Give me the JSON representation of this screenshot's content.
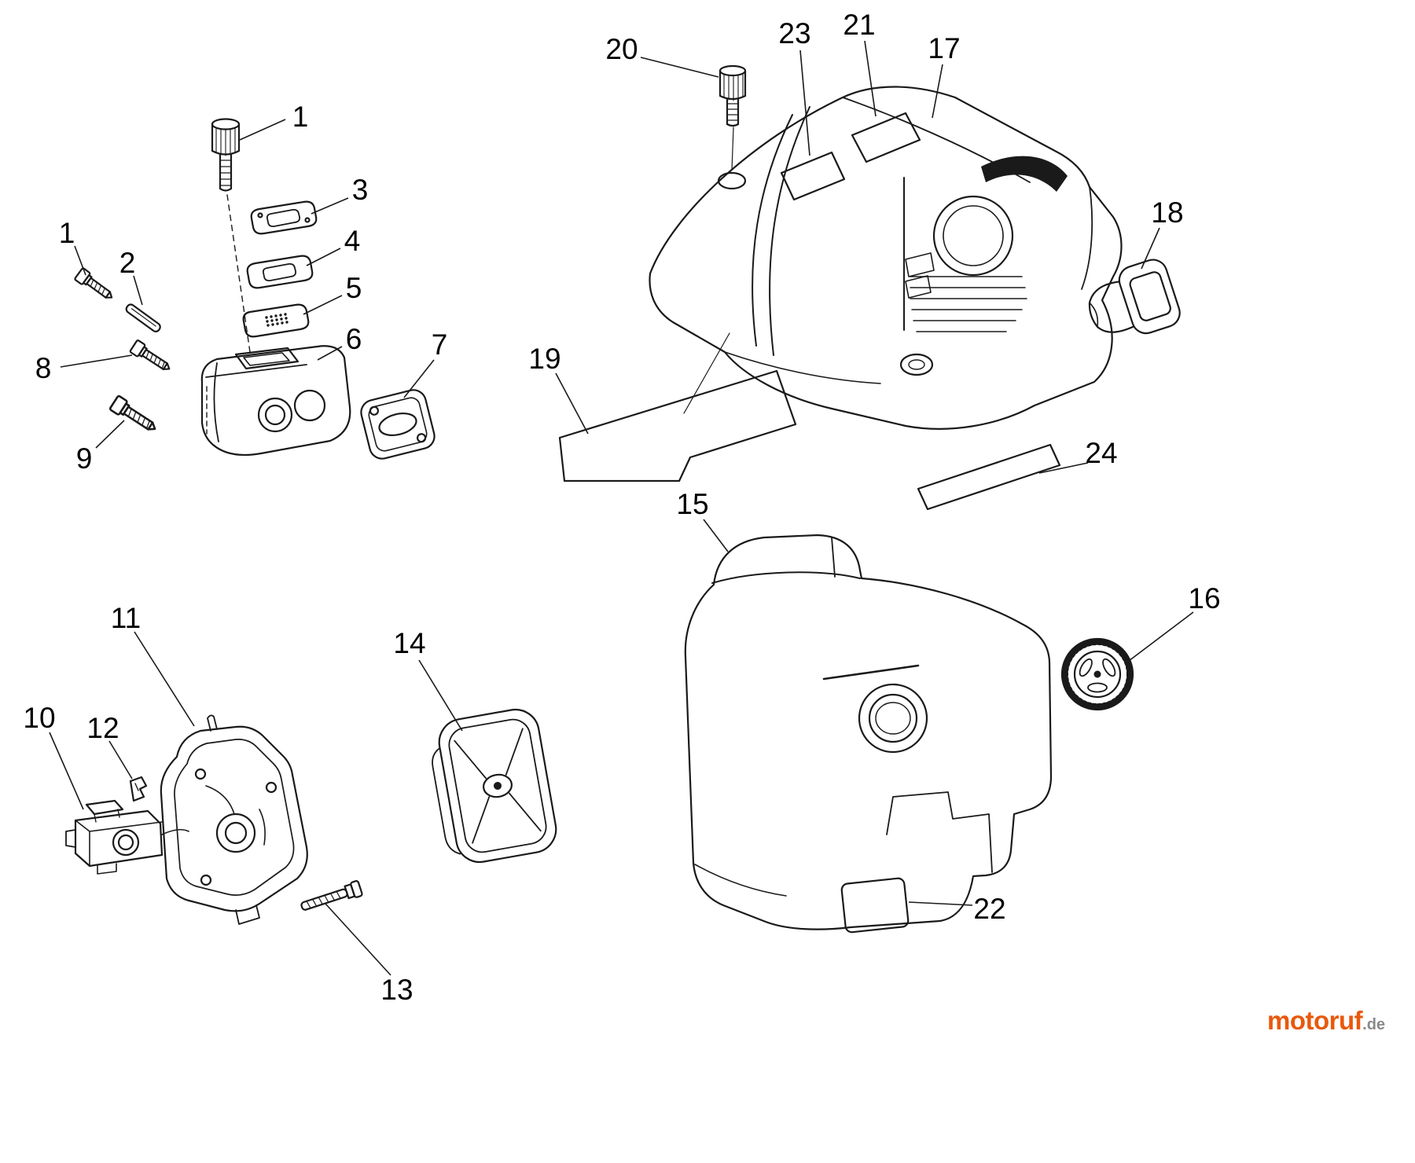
{
  "diagram": {
    "type": "exploded-parts-diagram",
    "subject": "Chainsaw cylinder cover, muffler, carburetor and air filter assembly",
    "background_color": "#ffffff",
    "line_color": "#1a1a1a",
    "callouts": [
      {
        "label": "1",
        "part": "socket-screw-top"
      },
      {
        "label": "3",
        "part": "muffler-gasket-plate"
      },
      {
        "label": "4",
        "part": "cooling-plate"
      },
      {
        "label": "5",
        "part": "spark-arrestor-screen"
      },
      {
        "label": "6",
        "part": "muffler-body"
      },
      {
        "label": "7",
        "part": "exhaust-gasket"
      },
      {
        "label": "1",
        "part": "socket-screw-left"
      },
      {
        "label": "2",
        "part": "spacer-strip"
      },
      {
        "label": "8",
        "part": "muffler-screw-upper"
      },
      {
        "label": "9",
        "part": "muffler-screw-lower"
      },
      {
        "label": "10",
        "part": "carburetor"
      },
      {
        "label": "11",
        "part": "airbox-backplate"
      },
      {
        "label": "12",
        "part": "bracket"
      },
      {
        "label": "13",
        "part": "long-screw"
      },
      {
        "label": "14",
        "part": "air-filter-element"
      },
      {
        "label": "15",
        "part": "air-filter-cover"
      },
      {
        "label": "16",
        "part": "cover-knob"
      },
      {
        "label": "17",
        "part": "cylinder-cover"
      },
      {
        "label": "18",
        "part": "intake-boot"
      },
      {
        "label": "19",
        "part": "decal-large"
      },
      {
        "label": "20",
        "part": "cover-screw"
      },
      {
        "label": "21",
        "part": "decal-top-right"
      },
      {
        "label": "22",
        "part": "decal-bottom"
      },
      {
        "label": "23",
        "part": "decal-top-left"
      },
      {
        "label": "24",
        "part": "decal-strip"
      }
    ],
    "watermark": {
      "brand": "motoruf",
      "tld": ".de",
      "brand_color": "#e8590c",
      "tld_color": "#8a8a8a"
    }
  }
}
